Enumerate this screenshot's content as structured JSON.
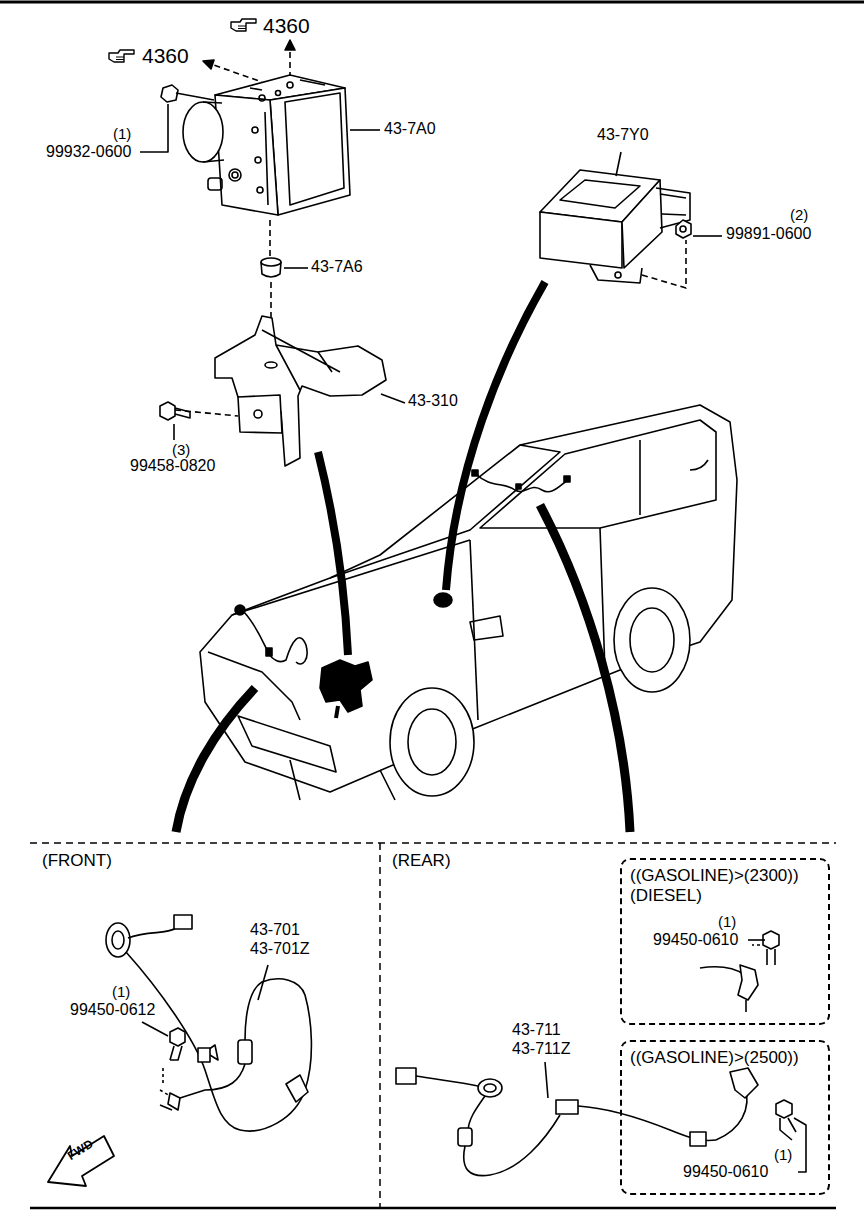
{
  "diagram": {
    "nodes": [
      {
        "text": [
          "(FRONT)"
        ]
      },
      {
        "text": [
          "(REAR)"
        ]
      },
      {
        "text": [
          "((GASOLINE)>(2300)) (DIESEL)"
        ],
        "in": 1
      },
      {
        "text": [
          "((GASOLINE)>(2500))"
        ],
        "in": 1
      }
    ],
    "edges": [],
    "labels": [
      "4360",
      "4360",
      "(1)",
      "99932-0600",
      "43-7A0",
      "43-7Y0",
      "(2)",
      "99891-0600",
      "43-7A6",
      "43-310",
      "(3)",
      "99458-0820",
      "43-701",
      "43-701Z",
      "(1)",
      "99450-0612",
      "FWD",
      "43-711",
      "43-711Z",
      "(1)",
      "99450-0610",
      "(1)",
      "99450-0610"
    ]
  }
}
